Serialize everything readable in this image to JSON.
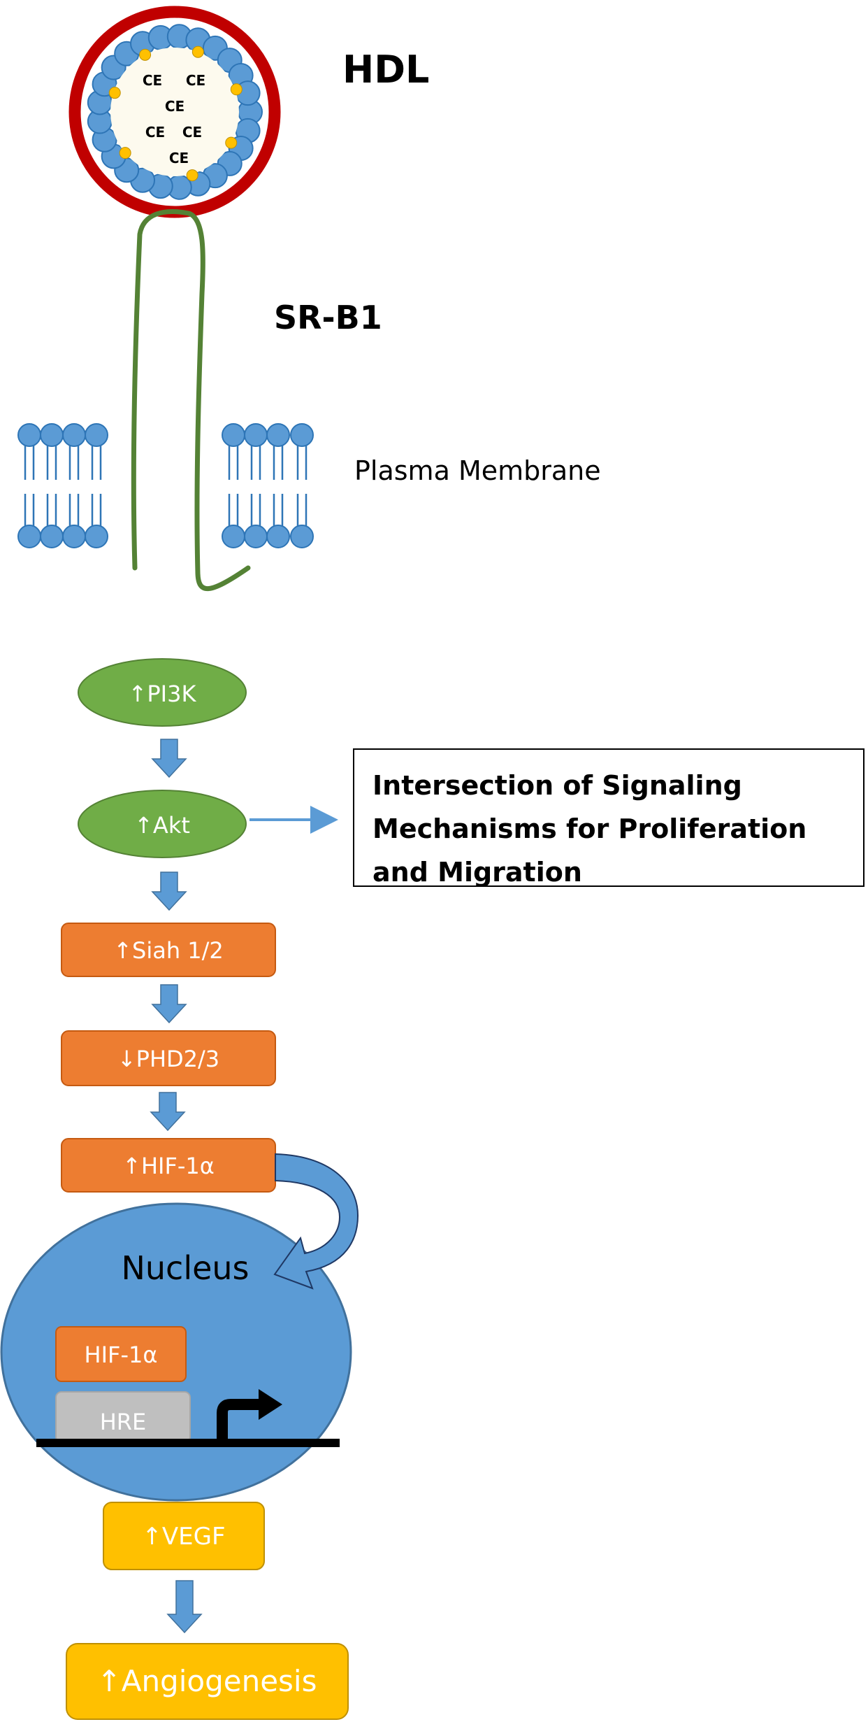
{
  "hdl": {
    "title": "HDL",
    "core_labels": [
      "CE",
      "CE",
      "CE",
      "CE",
      "CE",
      "CE"
    ]
  },
  "receptor": {
    "title": "SR-B1"
  },
  "membrane": {
    "label": "Plasma Membrane"
  },
  "pathway": {
    "pi3k": "↑PI3K",
    "akt": "↑Akt",
    "siah": "↑Siah 1/2",
    "phd": "↓PHD2/3",
    "hif_cytoplasm": "↑HIF-1α",
    "nucleus": "Nucleus",
    "hif_nuclear": "HIF-1α",
    "hre": "HRE",
    "vegf": "↑VEGF",
    "angiogenesis": "↑Angiogenesis"
  },
  "callout": {
    "text": "Intersection of Signaling Mechanisms for Proliferation and Migration"
  },
  "colors": {
    "hdl_ring": "#c00000",
    "phospholipid": "#5b9bd5",
    "phospholipid_border": "#2e75b6",
    "cholesterol_dot": "#ffc000",
    "hdl_core": "#fdfaee",
    "receptor": "#548235",
    "green_node": "#70ad47",
    "orange_node": "#ed7d31",
    "yellow_node": "#ffc000",
    "nucleus": "#5b9bd5",
    "hre_box": "#bfbfbf",
    "arrow": "#5b9bd5",
    "dna": "#000000"
  }
}
